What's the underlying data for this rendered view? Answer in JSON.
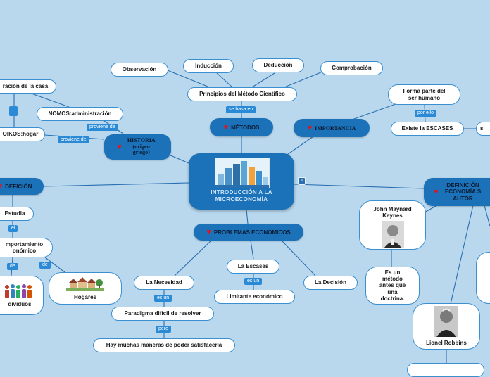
{
  "center": {
    "title": "INTRODUCCIÓN A LA MICROECONOMÍA"
  },
  "branches": {
    "metodos": "MÉTODOS",
    "importancia": "IMPORTANCIA",
    "historia": "HISTORIA (origen griego)",
    "definicion_left": "DEFICIÓN",
    "problemas": "PROBLEMAS ECONÓMICOS",
    "definicion_right": "DEFINICIÓN ECONOMÍA S AUTOR"
  },
  "metodo": {
    "principios": "Principios del Método Científico",
    "observacion": "Observación",
    "induccion": "Inducción",
    "deduccion": "Deducción",
    "comprobacion": "Comprobación",
    "link": "se basa en"
  },
  "importancia": {
    "forma_parte": "Forma parte del ser humano",
    "link": "por ello",
    "escases": "Existe la ESCASES",
    "cut": "s"
  },
  "historia": {
    "link1": "proviene de",
    "link2": "proviene de",
    "nomos": "NOMOS:administración",
    "oikos": "OIKOS:hogar",
    "casa": "ración de la casa"
  },
  "definicion": {
    "estudia": "Estudia",
    "el": "el",
    "comportamiento": "mportamiento onómico",
    "de1": "de",
    "de2": "de",
    "individuos": "dividuos",
    "hogares": "Hogares"
  },
  "problemas": {
    "necesidad": "La Necesidad",
    "link_necesidad": "es un",
    "paradigma": "Paradigma difícil de resolver",
    "link_pero": "pero",
    "maneras": "Hay muchas maneras de poder satisfacería",
    "escasez": "La Escases",
    "link_escasez": "es un",
    "limitante": "Limitante económico",
    "decision": "La Decisión"
  },
  "autores": {
    "keynes": "John Maynard Keynes",
    "keynes_note": "Es un método antes que una doctrina.",
    "robbins": "Lionel Robbins"
  },
  "colors": {
    "background": "#b9d8ee",
    "dark_node": "#1c72b8",
    "border": "#3a8fd0",
    "link_tag": "#2a8ad6",
    "heart": "#e2141b"
  }
}
